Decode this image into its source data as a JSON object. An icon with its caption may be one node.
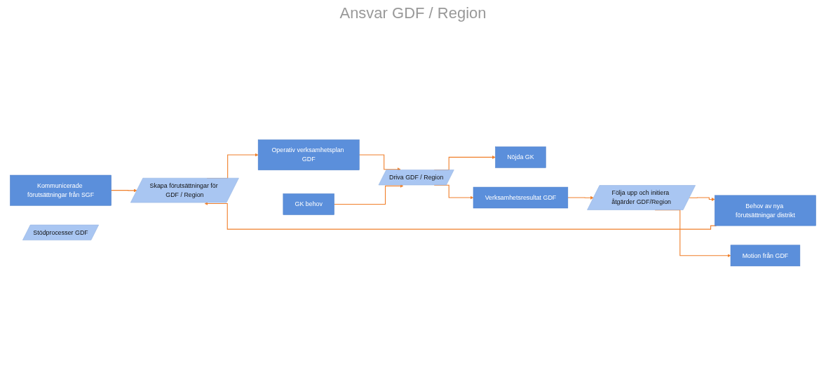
{
  "diagram": {
    "title": "Ansvar GDF / Region",
    "nodes": [
      {
        "text": [
          "Kommunicerade förutsättningar från SGF"
        ]
      },
      {
        "text": [
          "Skapa förutsättningar för GDF / Region"
        ]
      },
      {
        "text": [
          "Operativ verksamhetsplan GDF"
        ]
      },
      {
        "text": [
          "GK behov"
        ]
      },
      {
        "text": [
          "Driva GDF / Region"
        ]
      },
      {
        "text": [
          "Nöjda GK"
        ]
      },
      {
        "text": [
          "Verksamhetsresultat GDF"
        ]
      },
      {
        "text": [
          "Följa upp och initiera åtgärder GDF/Region"
        ]
      },
      {
        "text": [
          "Behov av nya förutsättningar distrikt"
        ]
      },
      {
        "text": [
          "Motion från GDF"
        ]
      },
      {
        "text": [
          "Stödprocesser GDF"
        ]
      }
    ],
    "edges": [
      {
        "from": 0,
        "to": 1,
        "arrow": "to"
      },
      {
        "from": 1,
        "to": 2,
        "arrow": "to"
      },
      {
        "from": 2,
        "to": 4,
        "arrow": "to"
      },
      {
        "from": 3,
        "to": 4,
        "arrow": "to"
      },
      {
        "from": 4,
        "to": 6,
        "arrow": "to"
      },
      {
        "from": 4,
        "to": 5,
        "arrow": "to"
      },
      {
        "from": 6,
        "to": 7,
        "arrow": "to"
      },
      {
        "from": 7,
        "to": 8,
        "arrow": "to"
      },
      {
        "from": 7,
        "to": 9,
        "arrow": "to"
      },
      {
        "from": 8,
        "to": 1,
        "arrow": "to"
      }
    ]
  }
}
